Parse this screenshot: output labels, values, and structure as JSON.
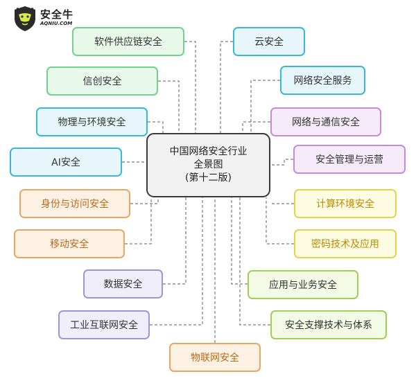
{
  "logo": {
    "name": "安全牛",
    "domain": "AQNIU.COM"
  },
  "center": {
    "line1": "中国网络安全行业",
    "line2": "全景图",
    "line3": "(第十二版)"
  },
  "categories": [
    "软件供应链安全",
    "信创安全",
    "物理与环境安全",
    "AI安全",
    "身份与访问安全",
    "移动安全",
    "数据安全",
    "工业互联网安全",
    "物联网安全",
    "云安全",
    "网络安全服务",
    "网络与通信安全",
    "安全管理与运营",
    "计算环境安全",
    "密码技术及应用",
    "应用与业务安全",
    "安全支撑技术与体系"
  ]
}
